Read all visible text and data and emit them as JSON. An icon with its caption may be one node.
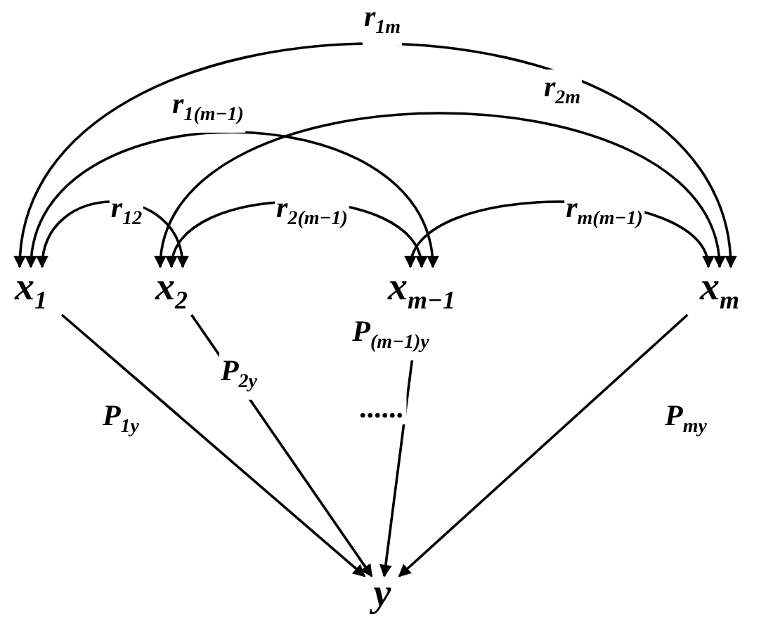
{
  "diagram": {
    "nodes": [
      {
        "text": [
          "x$_{1}$"
        ]
      },
      {
        "text": [
          "x$_{2}$"
        ]
      },
      {
        "text": [
          "x$_{m−1}$"
        ]
      },
      {
        "text": [
          "x$_{m}$"
        ]
      },
      {
        "text": [
          "y"
        ]
      }
    ],
    "edges": [
      {
        "from": 0,
        "to": 1,
        "arrow": "both",
        "label": "r$_{12}$"
      },
      {
        "from": 0,
        "to": 2,
        "arrow": "both",
        "label": "r$_{1(m−1)}$"
      },
      {
        "from": 0,
        "to": 3,
        "arrow": "both",
        "label": "r$_{1m}$"
      },
      {
        "from": 1,
        "to": 2,
        "arrow": "both",
        "label": "r$_{2(m−1)}$"
      },
      {
        "from": 1,
        "to": 3,
        "arrow": "both",
        "label": "r$_{2m}$"
      },
      {
        "from": 2,
        "to": 3,
        "arrow": "both",
        "label": "r$_{m(m−1)}$"
      },
      {
        "from": 0,
        "to": 4,
        "arrow": "to",
        "label": "P$_{1y}$"
      },
      {
        "from": 1,
        "to": 4,
        "arrow": "to",
        "label": "P$_{2y}$"
      },
      {
        "from": 2,
        "to": 4,
        "arrow": "to",
        "label": "P$_{(m−1)y}$"
      },
      {
        "from": 3,
        "to": 4,
        "arrow": "to",
        "label": "P$_{my}$"
      }
    ],
    "labels": [
      "......"
    ]
  }
}
